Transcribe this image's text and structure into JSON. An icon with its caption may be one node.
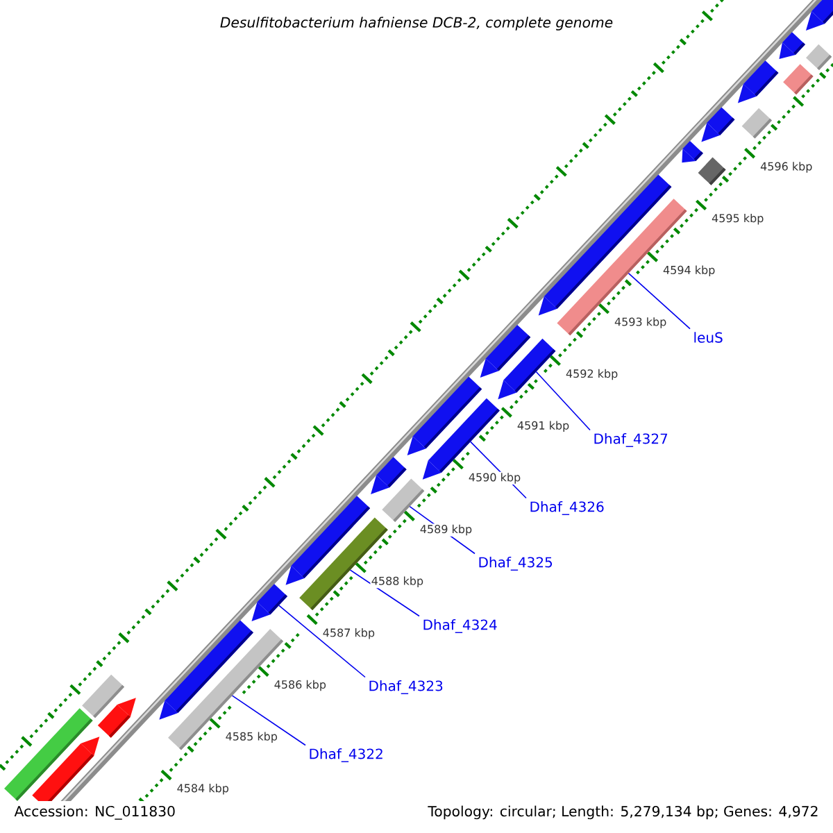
{
  "diagram": {
    "title": "Desulfitobacterium hafniense DCB-2, complete genome",
    "nodes": [
      {
        "text": [],
        "shape": "bar"
      },
      {
        "text": [],
        "shape": "pentagon"
      },
      {
        "text": [],
        "shape": "bar"
      },
      {
        "text": [],
        "shape": "pentagon"
      },
      {
        "text": [],
        "shape": "pentagon"
      },
      {
        "text": [],
        "shape": "bar"
      },
      {
        "text": [],
        "shape": "pentagon"
      },
      {
        "text": [],
        "shape": "bar"
      },
      {
        "text": [],
        "shape": "pentagon"
      },
      {
        "text": [],
        "shape": "pentagon"
      },
      {
        "text": [],
        "shape": "bar"
      },
      {
        "text": [],
        "shape": "pentagon"
      },
      {
        "text": [],
        "shape": "pentagon"
      },
      {
        "text": [],
        "shape": "pentagon"
      },
      {
        "text": [],
        "shape": "pentagon"
      },
      {
        "text": [],
        "shape": "pentagon"
      },
      {
        "text": [],
        "shape": "bar"
      },
      {
        "text": [],
        "shape": "pentagon"
      },
      {
        "text": [],
        "shape": "bar"
      },
      {
        "text": [],
        "shape": "pentagon"
      },
      {
        "text": [],
        "shape": "pentagon"
      },
      {
        "text": [],
        "shape": "bar"
      },
      {
        "text": [],
        "shape": "bar"
      },
      {
        "text": [],
        "shape": "pentagon"
      },
      {
        "text": [],
        "shape": "bar"
      },
      {
        "text": [],
        "shape": "pentagon"
      },
      {
        "text": [
          "leuS"
        ]
      },
      {
        "text": [
          "Dhaf_4327"
        ]
      },
      {
        "text": [
          "Dhaf_4326"
        ]
      },
      {
        "text": [
          "Dhaf_4325"
        ]
      },
      {
        "text": [
          "Dhaf_4324"
        ]
      },
      {
        "text": [
          "Dhaf_4323"
        ]
      },
      {
        "text": [
          "Dhaf_4322"
        ]
      }
    ],
    "edges": [
      {
        "from": 26,
        "to": 10,
        "arrow": "none"
      },
      {
        "from": 27,
        "to": 12,
        "arrow": "none"
      },
      {
        "from": 28,
        "to": 14,
        "arrow": "none"
      },
      {
        "from": 29,
        "to": 16,
        "arrow": "none"
      },
      {
        "from": 30,
        "to": 18,
        "arrow": "none"
      },
      {
        "from": 31,
        "to": 19,
        "arrow": "none"
      },
      {
        "from": 32,
        "to": 21,
        "arrow": "none"
      }
    ],
    "labels": [
      "4596 kbp",
      "4595 kbp",
      "4594 kbp",
      "4593 kbp",
      "4592 kbp",
      "4591 kbp",
      "4590 kbp",
      "4589 kbp",
      "4588 kbp",
      "4587 kbp",
      "4586 kbp",
      "4585 kbp",
      "4584 kbp",
      "Accession: NC_011830",
      "Topology: circular; Length: 5,279,134 bp; Genes: 4,972"
    ]
  }
}
